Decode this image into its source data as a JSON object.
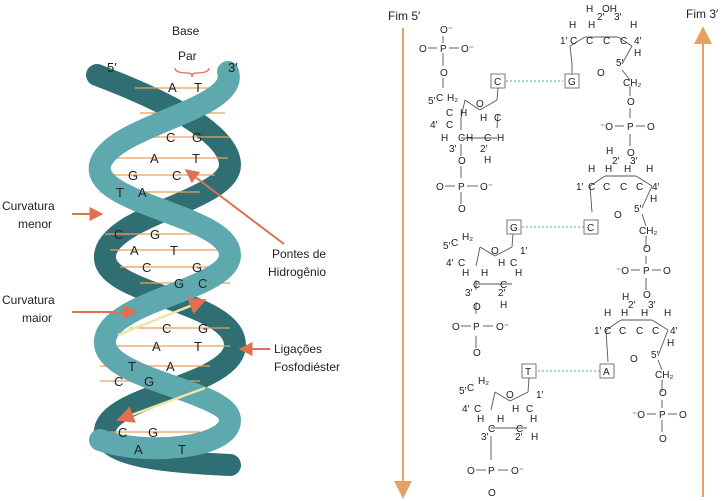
{
  "left_panel": {
    "base_label": "Base",
    "pair_label": "Par",
    "end_5": "5′",
    "end_3": "3′",
    "minor_groove_line1": "Curvatura",
    "minor_groove_line2": "menor",
    "major_groove_line1": "Curvatura",
    "major_groove_line2": "maior",
    "hbonds_line1": "Pontes de",
    "hbonds_line2": "Hidrogênio",
    "phosphodiester_line1": "Ligações",
    "phosphodiester_line2": "Fosfodiéster",
    "base_pairs": [
      {
        "left": "A",
        "right": "T"
      },
      {
        "left": "C",
        "right": "G"
      },
      {
        "left": "A",
        "right": "T"
      },
      {
        "left": "G",
        "right": "C"
      },
      {
        "left": "T",
        "right": "A"
      },
      {
        "left": "C",
        "right": "G"
      },
      {
        "left": "A",
        "right": "T"
      },
      {
        "left": "C",
        "right": "G"
      },
      {
        "left": "G",
        "right": "C"
      },
      {
        "left": "C",
        "right": "G"
      },
      {
        "left": "A",
        "right": "T"
      },
      {
        "left": "T",
        "right": "A"
      },
      {
        "left": "C",
        "right": "G"
      },
      {
        "left": "C",
        "right": "G"
      },
      {
        "left": "A",
        "right": "T"
      }
    ],
    "colors": {
      "strand_dark": "#2f6f73",
      "strand_light": "#5ea9ad",
      "arrow": "#e0704f",
      "rung": "#e6a05a"
    }
  },
  "right_panel": {
    "end5_label": "Fim 5′",
    "end3_label": "Fim 3′",
    "left_strand_bases": [
      "C",
      "G",
      "T"
    ],
    "right_strand_bases": [
      "G",
      "C",
      "A"
    ],
    "atoms": {
      "O": "O",
      "P": "P",
      "O_minus": "O⁻",
      "Ominus_sup": "⁻O",
      "H": "H",
      "C": "C",
      "CH2": "CH₂",
      "OH": "OH",
      "H2": "H₂"
    },
    "positions": {
      "p1": "1′",
      "p2": "2′",
      "p3": "3′",
      "p4": "4′",
      "p5": "5′"
    },
    "colors": {
      "arrow": "#e8a060",
      "hbond": "#4aa3c4"
    }
  }
}
